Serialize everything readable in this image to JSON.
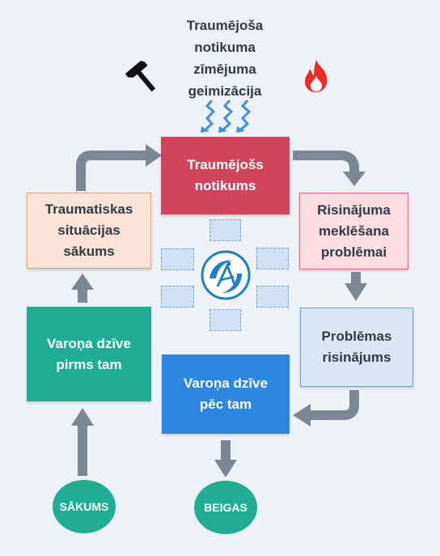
{
  "title_lines": [
    "Traumējoša",
    "notikuma",
    "zīmējuma",
    "geimizācija"
  ],
  "boxes": {
    "event": {
      "lines": [
        "Traumējošs",
        "notikums"
      ]
    },
    "trauma_start": {
      "lines": [
        "Traumatiskas",
        "situācijas",
        "sākums"
      ]
    },
    "solution_search": {
      "lines": [
        "Risinājuma",
        "meklēšana",
        "problēmai"
      ]
    },
    "solution": {
      "lines": [
        "Problēmas",
        "risinājums"
      ]
    },
    "life_before": {
      "lines": [
        "Varoņa dzīve",
        "pirms tam"
      ]
    },
    "life_after": {
      "lines": [
        "Varoņa dzīve",
        "pēc tam"
      ]
    }
  },
  "start_label": "SĀKUMS",
  "end_label": "BEIGAS",
  "icons": {
    "hammer": "hammer-icon",
    "flame": "flame-icon",
    "zigzag": "zigzag-arrows-icon",
    "logo": "logo-icon"
  },
  "colors": {
    "event": "#d24459",
    "trauma_fill": "#fbe4d6",
    "search_fill": "#fbdde2",
    "solution_fill": "#d8e8f7",
    "teal": "#1fae93",
    "blue": "#2b87e0",
    "arrow": "#7b8894",
    "flame": "#ee2a24",
    "zig": "#3f8fe3"
  }
}
